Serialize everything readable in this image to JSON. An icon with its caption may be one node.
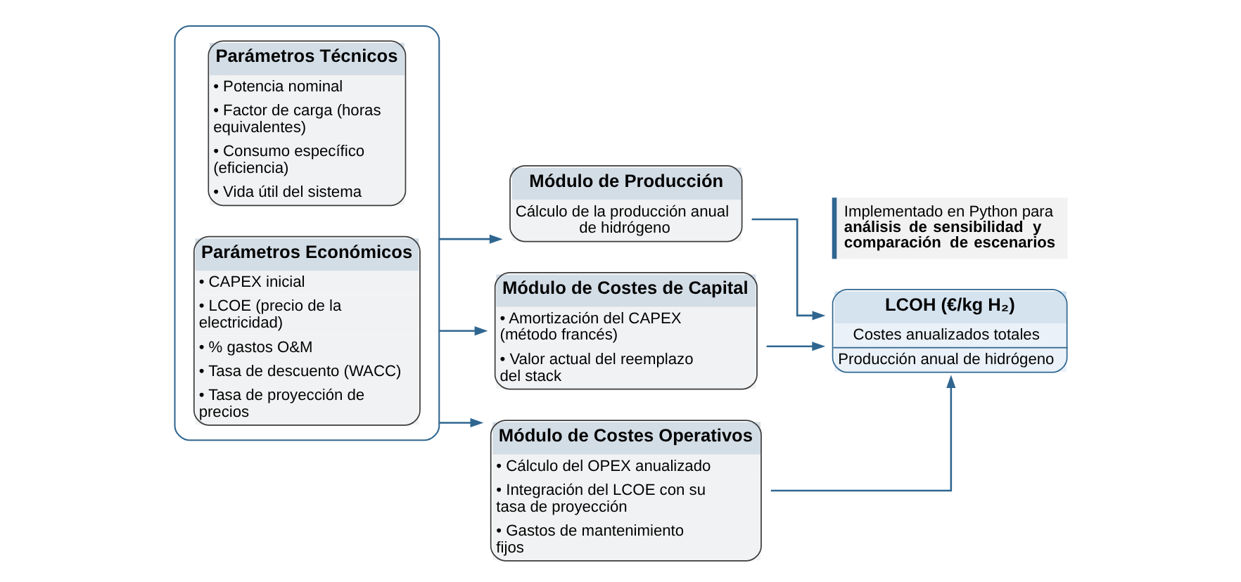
{
  "diagram": {
    "nodes": [
      {
        "text": [],
        "shape": "box"
      },
      {
        "text": [
          "Parámetros Técnicos",
          "• Potencia nominal",
          "• Factor de carga (horas equivalentes)",
          "• Consumo específico (eficiencia)",
          "• Vida útil del sistema"
        ],
        "in": 0
      },
      {
        "text": [
          "Parámetros Económicos",
          "• CAPEX inicial",
          "• LCOE (precio de la electricidad)",
          "• % gastos O&M",
          "• Tasa de descuento (WACC)",
          "• Tasa de proyección de precios"
        ],
        "in": 0
      },
      {
        "text": [
          "Módulo de Producción",
          "Cálculo de la producción anual de hidrógeno"
        ]
      },
      {
        "text": [
          "Módulo de Costes de Capital",
          "• Amortización del CAPEX (método francés)",
          "• Valor actual del reemplazo del stack"
        ]
      },
      {
        "text": [
          "Módulo de Costes Operativos",
          "• Cálculo del OPEX anualizado",
          "• Integración del LCOE con su tasa de proyección",
          "• Gastos de mantenimiento fijos"
        ]
      },
      {
        "text": [
          "LCOH (€/kg H₂)",
          "Costes anualizados totales",
          "Producción anual de hidrógeno"
        ]
      }
    ],
    "edges": [
      {
        "from": 0,
        "to": 3,
        "arrow": "to"
      },
      {
        "from": 0,
        "to": 4,
        "arrow": "to"
      },
      {
        "from": 0,
        "to": 5,
        "arrow": "to"
      },
      {
        "from": 3,
        "to": 6,
        "arrow": "to"
      },
      {
        "from": 4,
        "to": 6,
        "arrow": "to"
      },
      {
        "from": 5,
        "to": 6,
        "arrow": "to"
      }
    ],
    "labels": [
      "Implementado en Python para **análisis de sensibilidad y comparación de escenarios**"
    ]
  }
}
